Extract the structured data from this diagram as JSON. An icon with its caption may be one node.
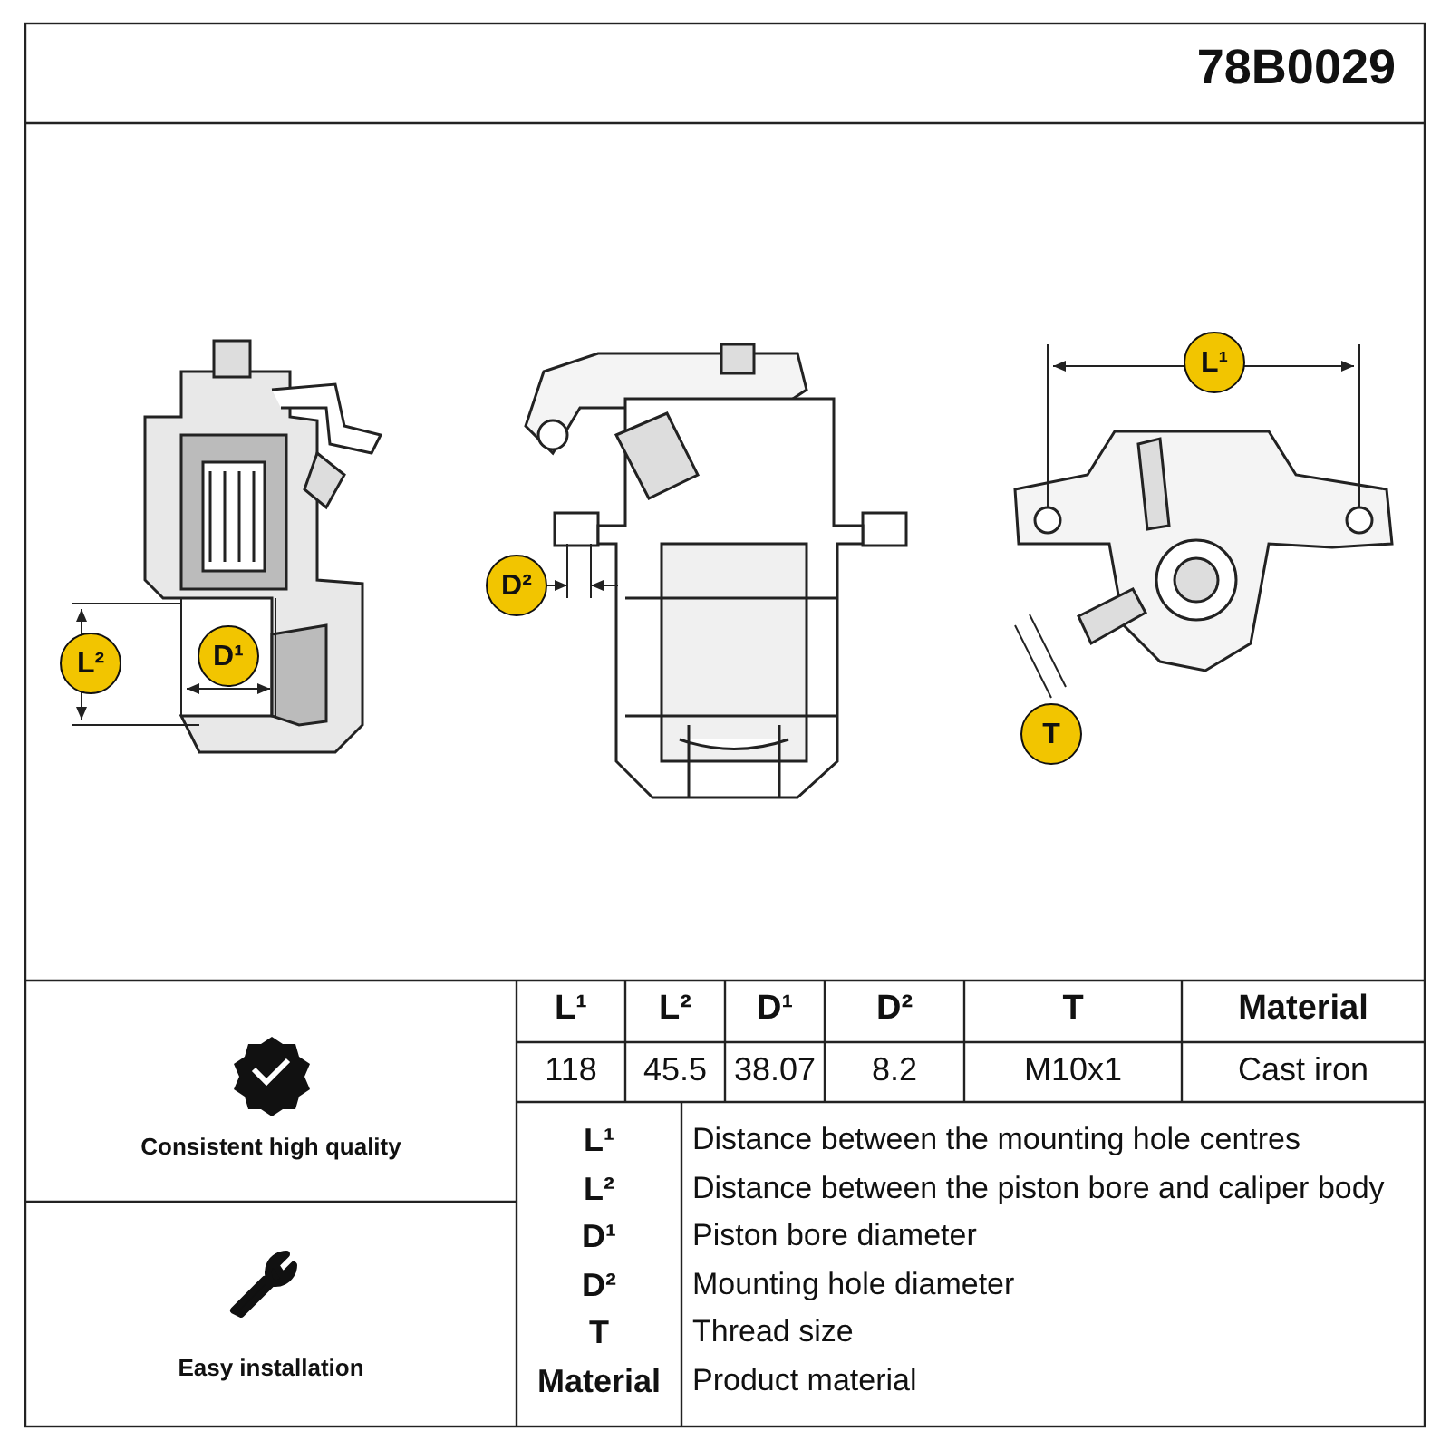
{
  "diagram": {
    "labels": [
      "78B0029",
      "L¹",
      "D²",
      "L²",
      "D¹",
      "T",
      "L¹",
      "L²",
      "D¹",
      "D²",
      "T",
      "Material",
      "118",
      "45.5",
      "38.07",
      "8.2",
      "M10x1",
      "Cast iron",
      "Consistent high quality",
      "L¹",
      "Distance between the mounting hole centres",
      "L²",
      "Distance between the piston bore and caliper body",
      "D¹",
      "Piston bore diameter",
      "D²",
      "Mounting hole diameter",
      "T",
      "Thread size",
      "Material",
      "Product material",
      "Easy installation"
    ]
  }
}
